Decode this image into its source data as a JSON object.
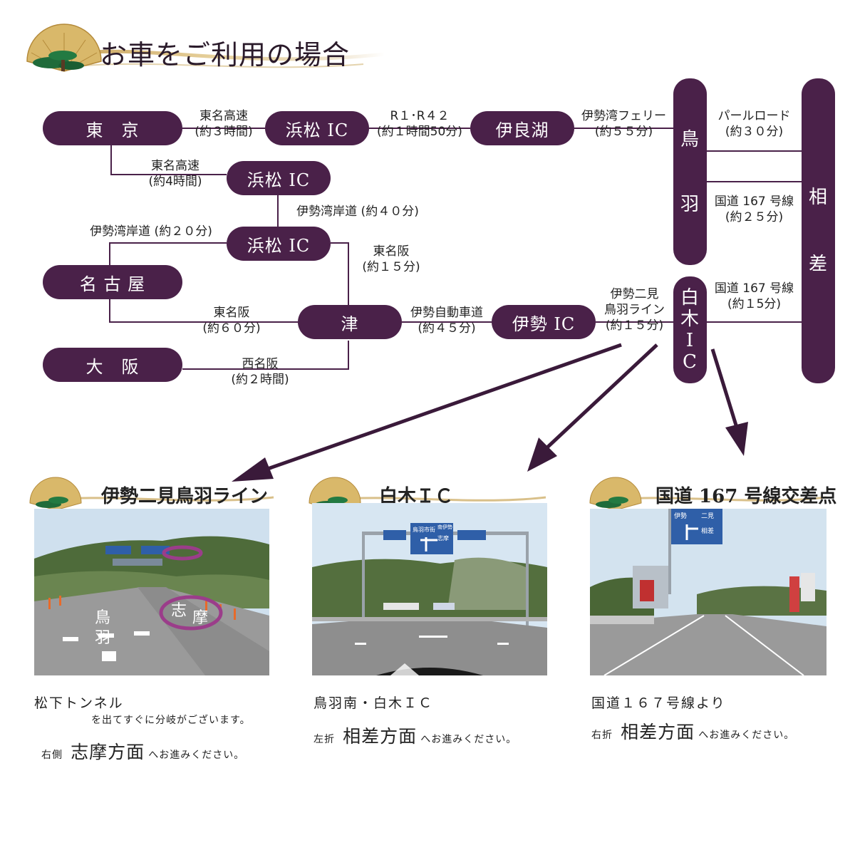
{
  "title": "お車をご利用の場合",
  "nodes": {
    "tokyo": "東　京",
    "hamamatsu_ic_1": "浜松 IC",
    "hamamatsu_ic_2": "浜松 IC",
    "hamamatsu_ic_3": "浜松 IC",
    "irago": "伊良湖",
    "nagoya": "名 古 屋",
    "osaka": "大　阪",
    "tsu": "津",
    "ise_ic": "伊勢 IC",
    "toba": [
      "鳥",
      "羽"
    ],
    "shiroki_ic": [
      "白",
      "木",
      "I",
      "C"
    ],
    "ouzatsu": [
      "相",
      "差"
    ]
  },
  "routes": {
    "tomei_1": [
      "東名高速",
      "(約３時間)"
    ],
    "r1_r42": [
      "R１･R４２",
      "(約１時間50分)"
    ],
    "ferry": [
      "伊勢湾フェリー",
      "(約５５分)"
    ],
    "pearl": [
      "パールロード",
      "(約３０分)"
    ],
    "tomei_2": [
      "東名高速",
      "(約4時間)"
    ],
    "isewan_40": [
      "伊勢湾岸道 (約４０分)"
    ],
    "isewan_20": [
      "伊勢湾岸道 (約２０分)"
    ],
    "meihan_15": [
      "東名阪",
      "(約１５分)"
    ],
    "meihan_60": [
      "東名阪",
      "(約６０分)"
    ],
    "ise_jidosha": [
      "伊勢自動車道",
      "(約４５分)"
    ],
    "futami": [
      "伊勢二見",
      "鳥羽ライン",
      "(約１５分)"
    ],
    "nishimeihan": [
      "西名阪",
      "(約２時間)"
    ],
    "r167_25": [
      "国道 167 号線",
      "(約２５分)"
    ],
    "r167_15": [
      "国道 167 号線",
      "(約１5分)"
    ]
  },
  "panels": [
    {
      "title": "伊勢二見鳥羽ライン",
      "caption_line1": "松下トンネル",
      "caption_line2": "を出てすぐに分岐がございます。",
      "caption_prefix": "右側",
      "caption_big": "志摩方面",
      "caption_suffix": "へお進みください。"
    },
    {
      "title": "白木ＩＣ",
      "caption_line1": "鳥羽南・白木ＩＣ",
      "caption_prefix": "左折",
      "caption_big": "相差方面",
      "caption_suffix": "へお進みください。"
    },
    {
      "title": "国道 167 号線交差点",
      "caption_line1": "国道１６７号線より",
      "caption_prefix": "右折",
      "caption_big": "相差方面",
      "caption_suffix": "へお進みください。"
    }
  ],
  "road_markings": [
    "鳥",
    "羽",
    "志",
    "摩"
  ],
  "signs": {
    "panel2": [
      "鳥羽市街",
      "志摩",
      "南伊勢"
    ],
    "panel3": [
      "伊勢",
      "二見",
      "相差"
    ]
  },
  "colors": {
    "node": "#4a2149",
    "arrow": "#3a1a3a",
    "line": "#4a2149",
    "gold": "#c9a45c"
  }
}
